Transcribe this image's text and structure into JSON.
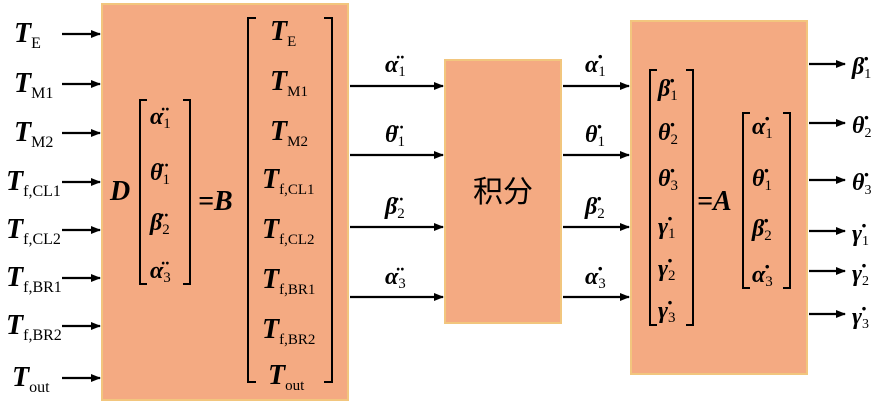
{
  "inputs": [
    {
      "sym": "T",
      "sub": "E"
    },
    {
      "sym": "T",
      "sub": "M1"
    },
    {
      "sym": "T",
      "sub": "M2"
    },
    {
      "sym": "T",
      "sub": "f,CL1"
    },
    {
      "sym": "T",
      "sub": "f,CL2"
    },
    {
      "sym": "T",
      "sub": "f,BR1"
    },
    {
      "sym": "T",
      "sub": "f,BR2"
    },
    {
      "sym": "T",
      "sub": "out"
    }
  ],
  "block1": {
    "left_matrix": "D",
    "equals": "=B",
    "lhs_vector": [
      {
        "sym": "α̈",
        "sub": "1"
      },
      {
        "sym": "θ̈",
        "sub": "1"
      },
      {
        "sym": "β̈",
        "sub": "2"
      },
      {
        "sym": "α̈",
        "sub": "3"
      }
    ]
  },
  "mid_signals": [
    {
      "sym": "α̈",
      "sub": "1"
    },
    {
      "sym": "θ̈",
      "sub": "1"
    },
    {
      "sym": "β̈",
      "sub": "2"
    },
    {
      "sym": "α̈",
      "sub": "3"
    }
  ],
  "integrator_label": "积分",
  "integrated_signals": [
    {
      "sym": "α̇",
      "sub": "1"
    },
    {
      "sym": "θ̇",
      "sub": "1"
    },
    {
      "sym": "β̇",
      "sub": "2"
    },
    {
      "sym": "α̇",
      "sub": "3"
    }
  ],
  "block3": {
    "equals": "=A",
    "lhs_vector": [
      {
        "sym": "β̇",
        "sub": "1"
      },
      {
        "sym": "θ̇",
        "sub": "2"
      },
      {
        "sym": "θ̇",
        "sub": "3"
      },
      {
        "sym": "γ̇",
        "sub": "1"
      },
      {
        "sym": "γ̇",
        "sub": "2"
      },
      {
        "sym": "γ̇",
        "sub": "3"
      }
    ],
    "rhs_vector": [
      {
        "sym": "α̇",
        "sub": "1"
      },
      {
        "sym": "θ̇",
        "sub": "1"
      },
      {
        "sym": "β̇",
        "sub": "2"
      },
      {
        "sym": "α̇",
        "sub": "3"
      }
    ]
  },
  "outputs": [
    {
      "sym": "β̇",
      "sub": "1"
    },
    {
      "sym": "θ̇",
      "sub": "2"
    },
    {
      "sym": "θ̇",
      "sub": "3"
    },
    {
      "sym": "γ̇",
      "sub": "1"
    },
    {
      "sym": "γ̇",
      "sub": "2"
    },
    {
      "sym": "γ̇",
      "sub": "3"
    }
  ],
  "colors": {
    "block_fill": "#f4aa82",
    "block_border": "#f2c67e"
  }
}
